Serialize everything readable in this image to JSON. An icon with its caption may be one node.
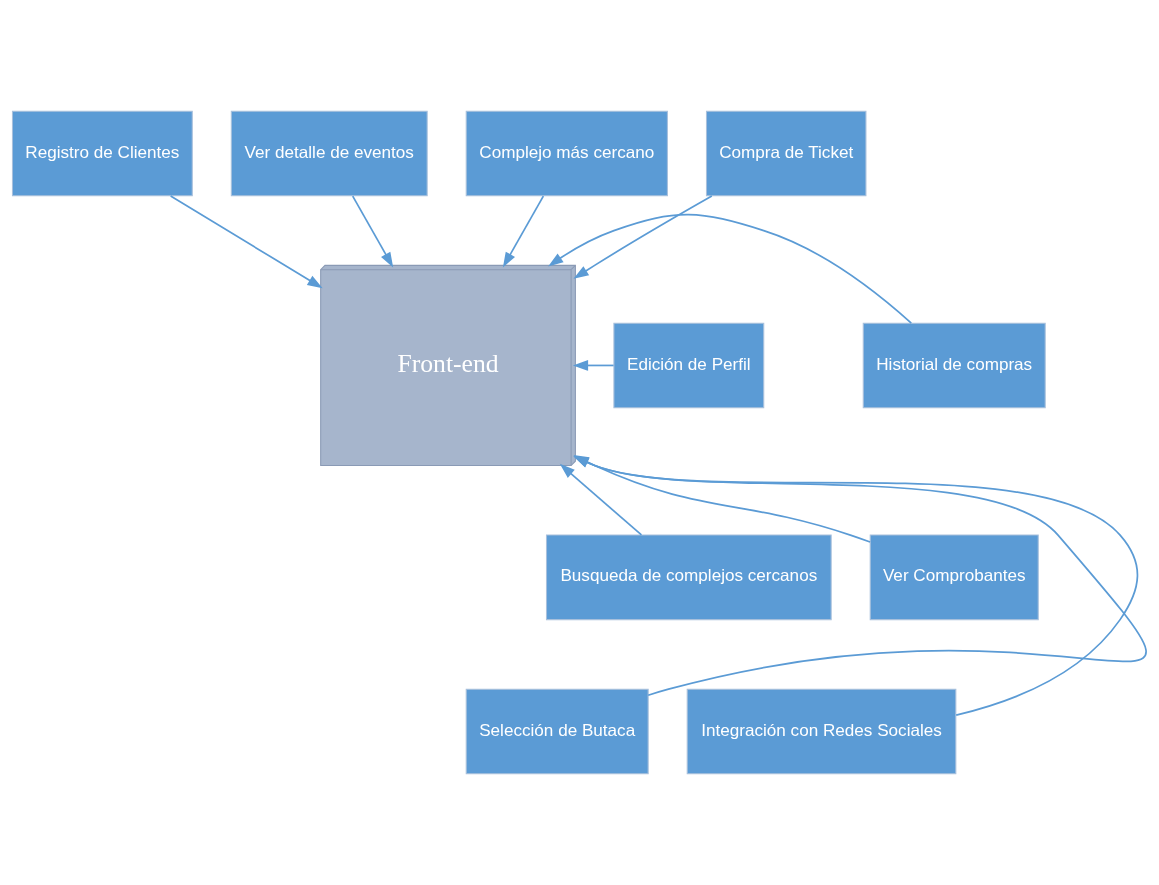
{
  "diagram": {
    "nodes": [
      {
        "text": [
          "Registro de Clientes"
        ]
      },
      {
        "text": [
          "Ver detalle de eventos"
        ]
      },
      {
        "text": [
          "Complejo más cercano"
        ]
      },
      {
        "text": [
          "Compra de Ticket"
        ]
      },
      {
        "text": [
          "Edición de Perfil"
        ]
      },
      {
        "text": [
          "Front-end"
        ]
      },
      {
        "text": [
          "Historial de compras"
        ]
      },
      {
        "text": [
          "Busqueda de complejos cercanos"
        ]
      },
      {
        "text": [
          "Ver Comprobantes"
        ]
      },
      {
        "text": [
          "Selección de Butaca"
        ]
      },
      {
        "text": [
          "Integración con Redes Sociales"
        ]
      }
    ],
    "edges": [
      {
        "from": 0,
        "to": 5,
        "arrow": "to"
      },
      {
        "from": 1,
        "to": 5,
        "arrow": "to"
      },
      {
        "from": 2,
        "to": 5,
        "arrow": "to"
      },
      {
        "from": 3,
        "to": 5,
        "arrow": "to"
      },
      {
        "from": 4,
        "to": 5,
        "arrow": "to"
      },
      {
        "from": 6,
        "to": 5,
        "arrow": "to"
      },
      {
        "from": 7,
        "to": 5,
        "arrow": "to"
      },
      {
        "from": 8,
        "to": 5,
        "arrow": "to"
      },
      {
        "from": 9,
        "to": 5,
        "arrow": "to"
      },
      {
        "from": 10,
        "to": 5,
        "arrow": "to"
      }
    ]
  }
}
